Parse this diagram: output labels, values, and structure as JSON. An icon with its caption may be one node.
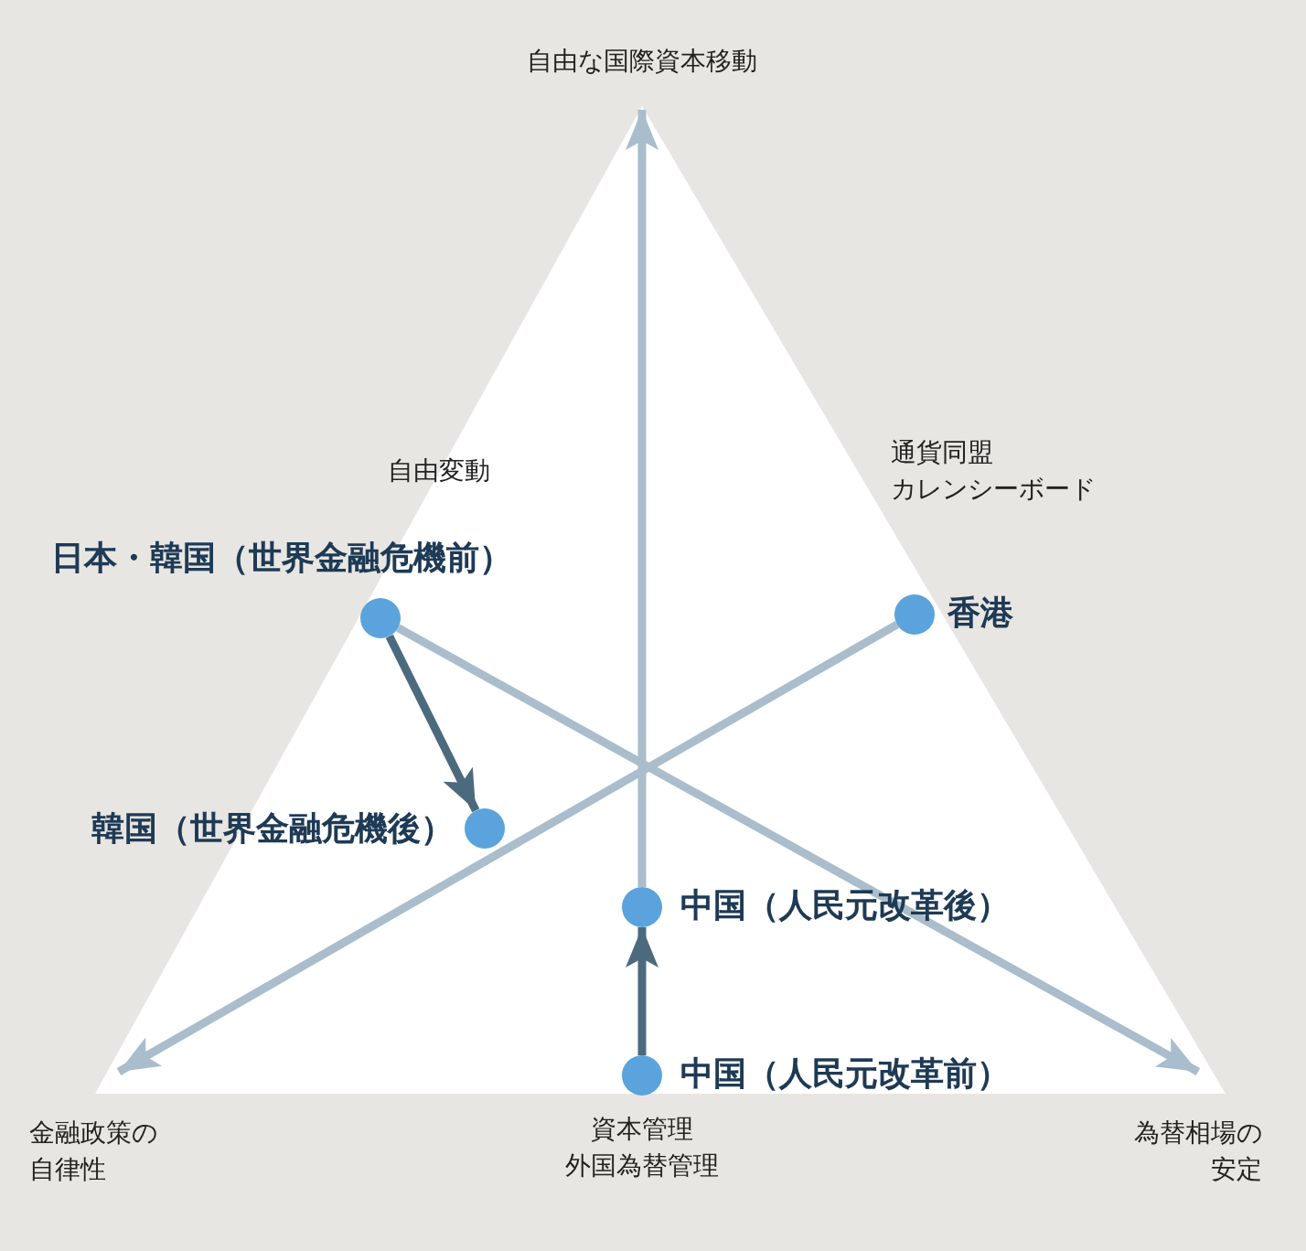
{
  "diagram": {
    "nodes": [
      {
        "text": [
          "自由な国際資本移動"
        ]
      },
      {
        "text": [
          "金融政策の自律性"
        ]
      },
      {
        "text": [
          "為替相場の安定"
        ]
      },
      {
        "text": [],
        "shape": "circle",
        "beside": [
          "日本・韓国（世界金融危機前）"
        ]
      },
      {
        "text": [],
        "shape": "circle",
        "beside": [
          "香港"
        ]
      },
      {
        "text": [],
        "shape": "circle",
        "beside": [
          "韓国（世界金融危機後）"
        ]
      },
      {
        "text": [],
        "shape": "circle",
        "beside": [
          "中国（人民元改革後）"
        ]
      },
      {
        "text": [],
        "shape": "circle",
        "beside": [
          "中国（人民元改革前）"
        ]
      }
    ],
    "edges": [
      {
        "from": 6,
        "to": 0,
        "arrow": "to"
      },
      {
        "from": 7,
        "to": 6,
        "arrow": "to",
        "color": "#4c6a7e"
      },
      {
        "from": 3,
        "to": 2,
        "arrow": "to"
      },
      {
        "from": 4,
        "to": 1,
        "arrow": "to"
      },
      {
        "from": 3,
        "to": 5,
        "arrow": "to",
        "color": "#4c6a7e"
      }
    ],
    "labels": [
      "自由変動",
      "通貨同盟カレンシーボード",
      "資本管理外国為替管理"
    ]
  }
}
